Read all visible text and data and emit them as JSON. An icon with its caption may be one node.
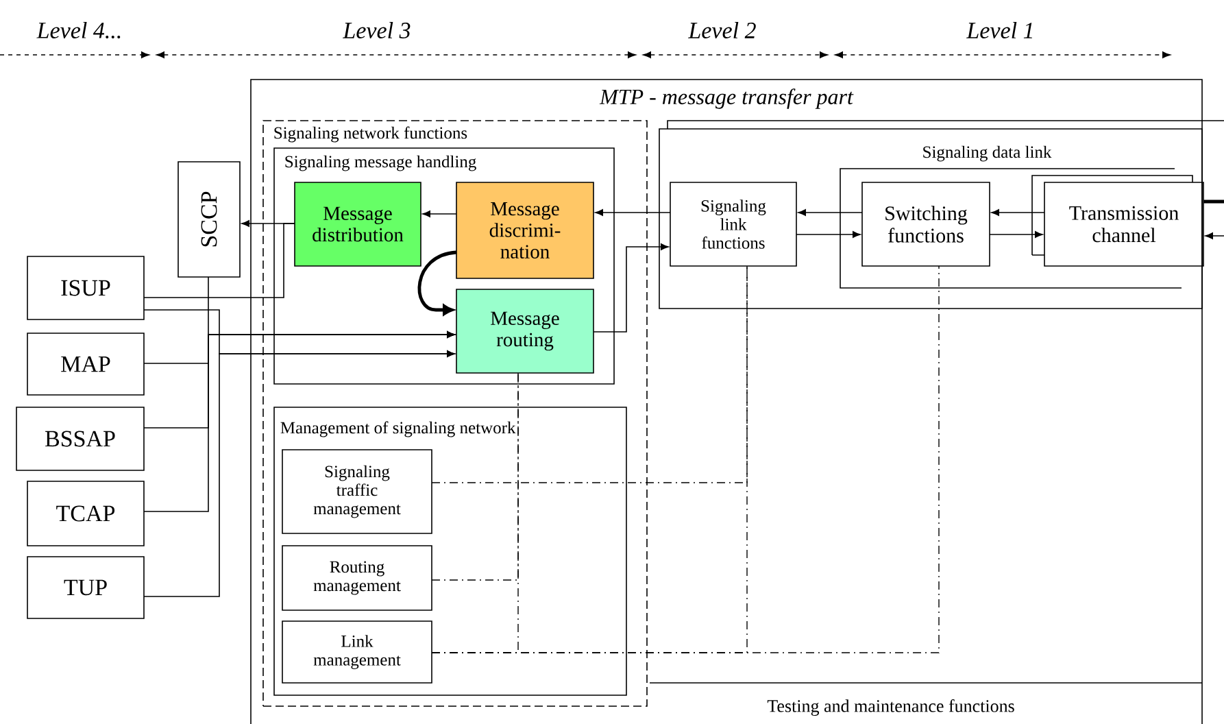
{
  "diagram": {
    "nodes": [
      {
        "text": [
          "MTP - message transfer part"
        ]
      },
      {
        "text": [
          "Signaling network functions"
        ],
        "in": 0
      },
      {
        "text": [
          "Signaling message handling"
        ],
        "in": 1
      },
      {
        "text": [
          "Message distribution"
        ],
        "in": 2
      },
      {
        "text": [
          "Message discrimi- nation"
        ],
        "in": 2
      },
      {
        "text": [
          "Message routing"
        ],
        "in": 2
      },
      {
        "text": [
          "Management of signaling network"
        ],
        "in": 1
      },
      {
        "text": [
          "Signaling traffic management"
        ],
        "in": 6
      },
      {
        "text": [
          "Routing management"
        ],
        "in": 6
      },
      {
        "text": [
          "Link management"
        ],
        "in": 6
      },
      {
        "text": [],
        "shape": "box",
        "in": 0
      },
      {
        "text": [
          "Signaling link functions"
        ],
        "in": 10
      },
      {
        "text": [
          "Signaling data link"
        ],
        "in": 10
      },
      {
        "text": [
          "Switching functions"
        ],
        "in": 12
      },
      {
        "text": [
          "Transmission channel"
        ],
        "in": 12
      },
      {
        "text": [
          "Testing and maintenance functions"
        ],
        "in": 0
      },
      {
        "text": [
          "SCCP"
        ]
      },
      {
        "text": [
          "ISUP"
        ]
      },
      {
        "text": [
          "MAP"
        ]
      },
      {
        "text": [
          "BSSAP"
        ]
      },
      {
        "text": [
          "TCAP"
        ]
      },
      {
        "text": [
          "TUP"
        ]
      }
    ],
    "edges": [
      {
        "from": 4,
        "to": 3,
        "arrow": "to"
      },
      {
        "from": 11,
        "to": 4,
        "arrow": "to"
      },
      {
        "from": 5,
        "to": 11,
        "arrow": "to"
      },
      {
        "from": 4,
        "to": 5,
        "arrow": "to",
        "style": "thick"
      },
      {
        "from": 13,
        "to": 11,
        "arrow": "to"
      },
      {
        "from": 11,
        "to": 13,
        "arrow": "to"
      },
      {
        "from": 14,
        "to": 13,
        "arrow": "to"
      },
      {
        "from": 13,
        "to": 14,
        "arrow": "to"
      },
      {
        "from": 14,
        "to": null,
        "arrow": "none",
        "style": "thick"
      },
      {
        "from": null,
        "to": 14,
        "arrow": "to"
      },
      {
        "from": 3,
        "to": 16,
        "arrow": "to"
      },
      {
        "from": 3,
        "to": 17,
        "arrow": "none"
      },
      {
        "from": 16,
        "to": 5,
        "arrow": "to"
      },
      {
        "from": 17,
        "to": 5,
        "arrow": "to"
      },
      {
        "from": 18,
        "to": 5,
        "arrow": "to"
      },
      {
        "from": 19,
        "to": 5,
        "arrow": "to"
      },
      {
        "from": 20,
        "to": 5,
        "arrow": "to"
      },
      {
        "from": 21,
        "to": 5,
        "arrow": "to"
      },
      {
        "from": 7,
        "to": 11,
        "arrow": "none",
        "style": "dashed"
      },
      {
        "from": 8,
        "to": 5,
        "arrow": "none",
        "style": "dashed"
      },
      {
        "from": 9,
        "to": 5,
        "arrow": "none",
        "style": "dashed"
      },
      {
        "from": 9,
        "to": 11,
        "arrow": "none",
        "style": "dashed"
      },
      {
        "from": 9,
        "to": 13,
        "arrow": "none",
        "style": "dashed"
      }
    ],
    "labels": [
      "Level 4...",
      "Level 3",
      "Level 2",
      "Level 1"
    ]
  }
}
